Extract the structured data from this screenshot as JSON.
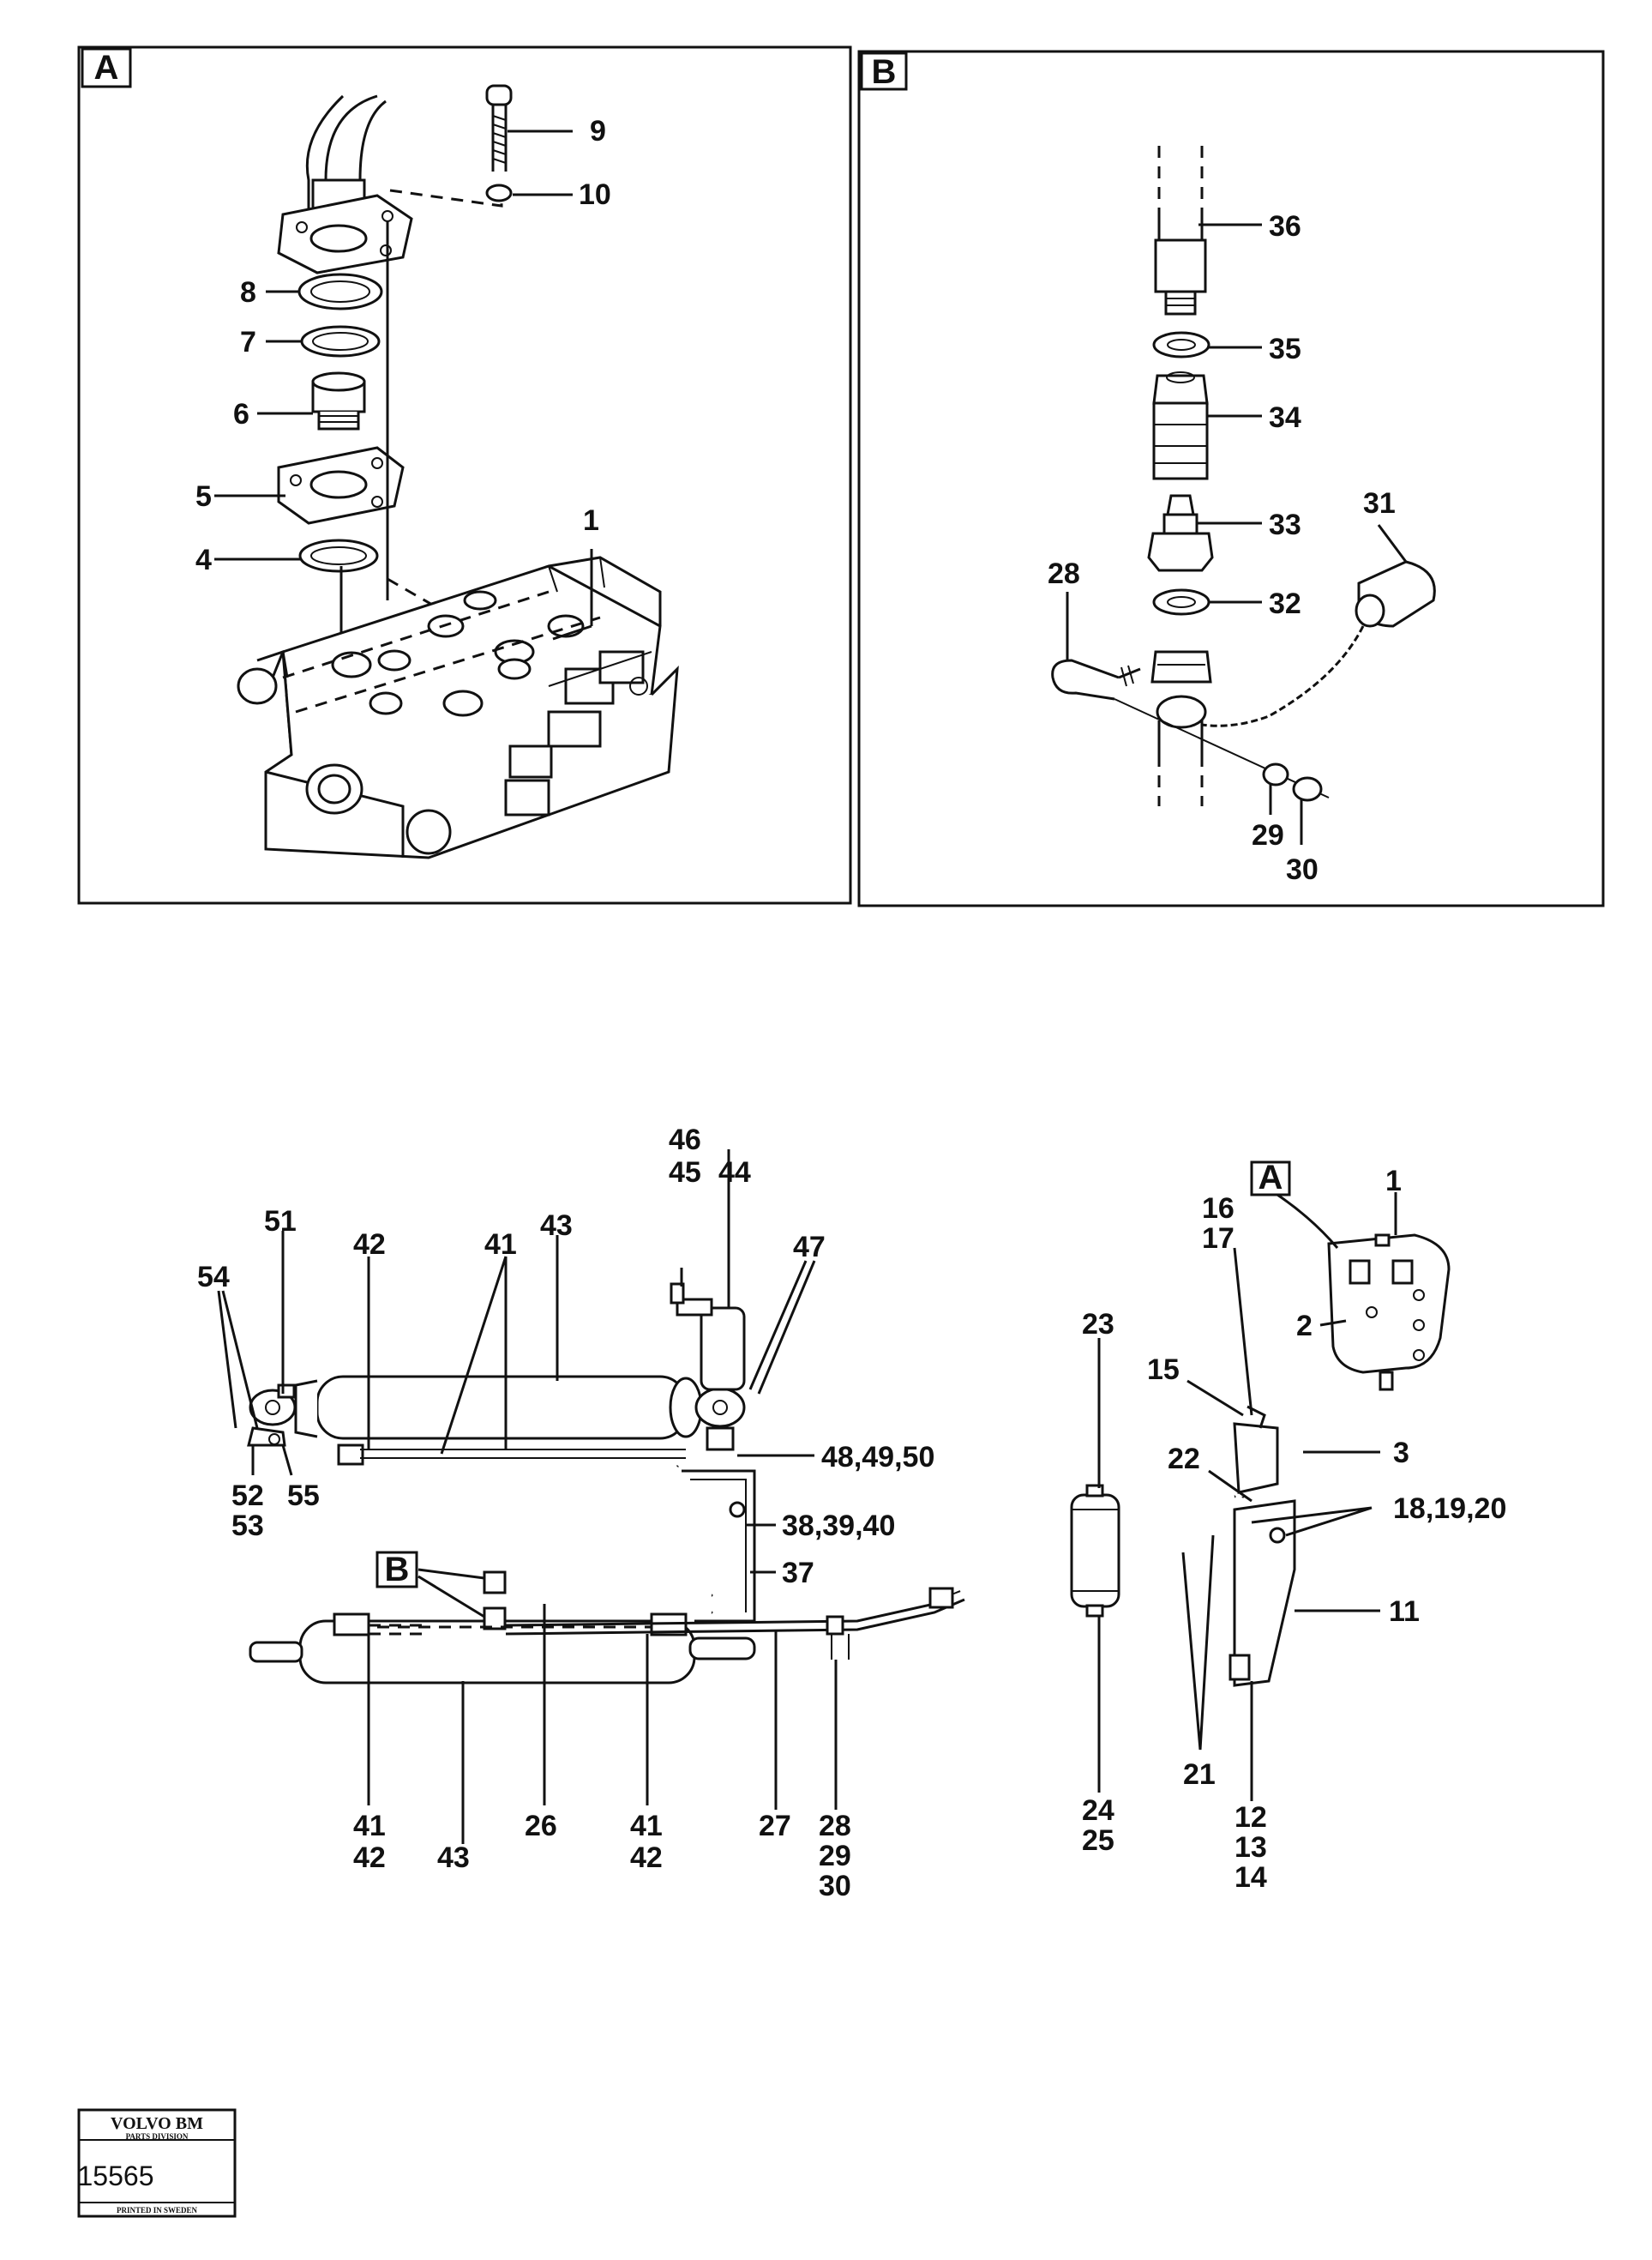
{
  "panel_a": {
    "tag": "A",
    "callouts": [
      "9",
      "10",
      "8",
      "7",
      "6",
      "5",
      "4",
      "1"
    ]
  },
  "panel_b": {
    "tag": "B",
    "callouts": [
      "36",
      "35",
      "34",
      "33",
      "31",
      "28",
      "32",
      "29",
      "30"
    ]
  },
  "assembly": {
    "tags": [
      "A",
      "B"
    ],
    "callouts": [
      "46",
      "45",
      "44",
      "1",
      "51",
      "42",
      "41",
      "43",
      "47",
      "16",
      "17",
      "54",
      "23",
      "2",
      "15",
      "3",
      "48,49,50",
      "22",
      "18,19,20",
      "52",
      "53",
      "55",
      "38,39,40",
      "37",
      "11",
      "41",
      "42",
      "43",
      "26",
      "41",
      "42",
      "27",
      "28",
      "29",
      "30",
      "24",
      "25",
      "21",
      "12",
      "13",
      "14"
    ]
  },
  "stamp": {
    "brand": "VOLVO BM",
    "division": "PARTS DIVISION",
    "number": "15565",
    "printed": "PRINTED IN SWEDEN"
  }
}
